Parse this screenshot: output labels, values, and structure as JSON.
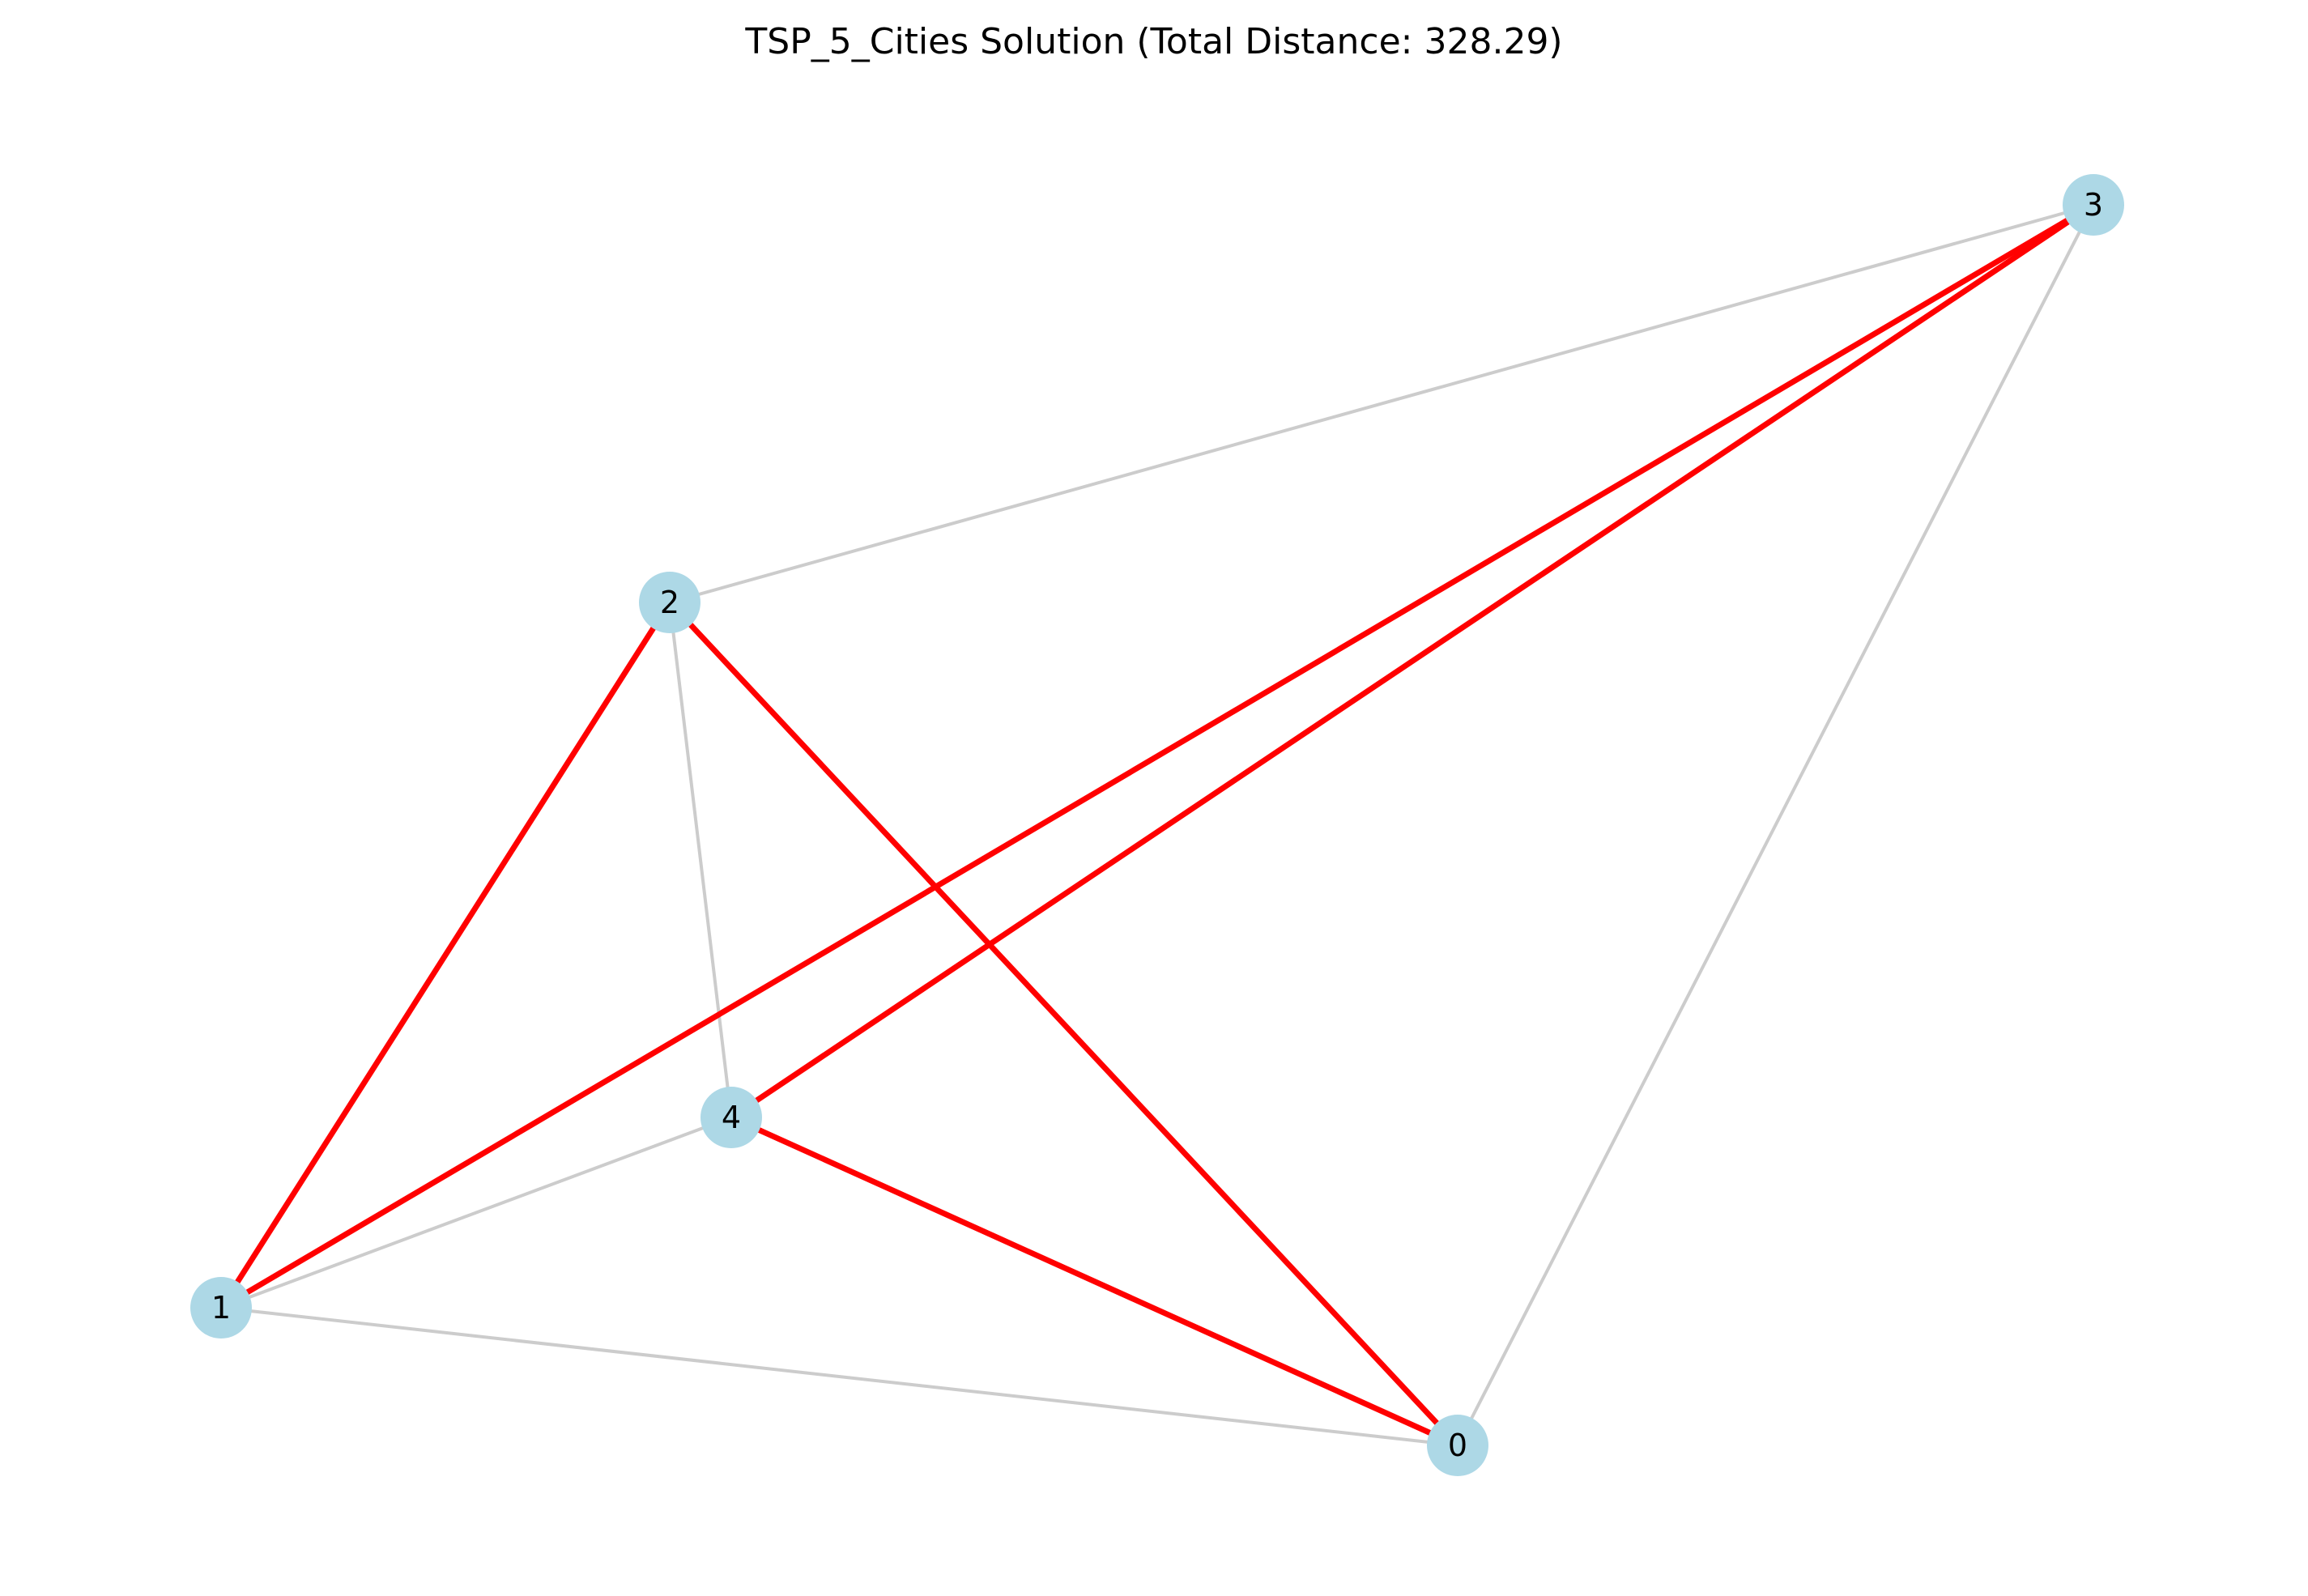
{
  "title": "TSP_5_Cities Solution (Total Distance: 328.29)",
  "colors": {
    "node_fill": "#add8e6",
    "node_label": "#000000",
    "background_edge": "#cccccc",
    "tour_edge": "#ff0000"
  },
  "nodes": [
    {
      "id": "0",
      "label": "0"
    },
    {
      "id": "1",
      "label": "1"
    },
    {
      "id": "2",
      "label": "2"
    },
    {
      "id": "3",
      "label": "3"
    },
    {
      "id": "4",
      "label": "4"
    }
  ],
  "background_edges": [
    {
      "source": "2",
      "target": "3"
    },
    {
      "source": "2",
      "target": "4"
    },
    {
      "source": "3",
      "target": "0"
    },
    {
      "source": "1",
      "target": "4"
    },
    {
      "source": "1",
      "target": "0"
    }
  ],
  "tour_edges": [
    {
      "source": "1",
      "target": "2"
    },
    {
      "source": "2",
      "target": "0"
    },
    {
      "source": "0",
      "target": "4"
    },
    {
      "source": "4",
      "target": "3"
    },
    {
      "source": "3",
      "target": "1"
    }
  ]
}
